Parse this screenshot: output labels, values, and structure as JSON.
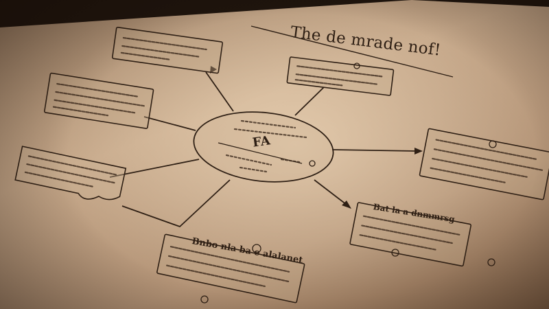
{
  "diagram": {
    "title": "The de mrade nof!",
    "center_label": "FA",
    "right_label": "Bat la a dnmmrsg",
    "bottom_label": "Bnbo nla ba e alalanet"
  },
  "colors": {
    "ink": "#2e1f14",
    "paper": "#c4a688",
    "shadow": "#1e140d"
  }
}
